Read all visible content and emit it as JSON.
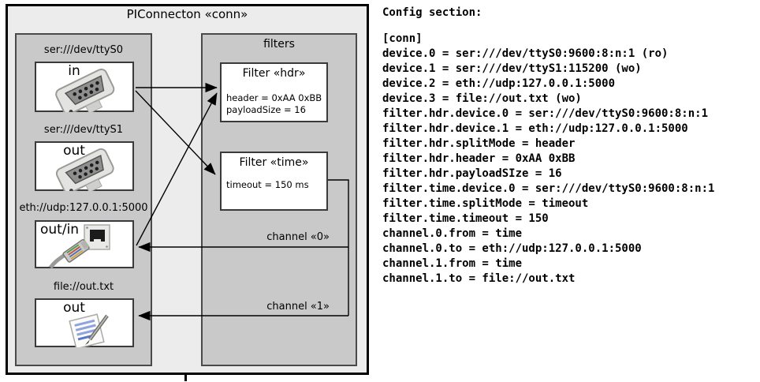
{
  "diagram": {
    "title": "PIConnecton «conn»",
    "devices": [
      {
        "label": "ser:///dev/ttyS0",
        "direction": "in",
        "icon": "serial-connector-icon"
      },
      {
        "label": "ser:///dev/ttyS1",
        "direction": "out",
        "icon": "serial-connector-icon"
      },
      {
        "label": "eth://udp:127.0.0.1:5000",
        "direction": "out/in",
        "icon": "ethernet-connector-icon"
      },
      {
        "label": "file://out.txt",
        "direction": "out",
        "icon": "notepad-icon"
      }
    ],
    "filters_group": {
      "title": "filters",
      "filters": [
        {
          "title": "Filter «hdr»",
          "attributes": [
            "header = 0xAA 0xBB",
            "payloadSize = 16"
          ]
        },
        {
          "title": "Filter «time»",
          "attributes": [
            "timeout = 150 ms"
          ]
        }
      ]
    },
    "channels": [
      {
        "label": "channel «0»"
      },
      {
        "label": "channel «1»"
      }
    ]
  },
  "config": {
    "heading": "Config section:",
    "lines": [
      "[conn]",
      "device.0 = ser:///dev/ttyS0:9600:8:n:1 (ro)",
      "device.1 = ser:///dev/ttyS1:115200 (wo)",
      "device.2 = eth://udp:127.0.0.1:5000",
      "device.3 = file://out.txt (wo)",
      "filter.hdr.device.0 = ser:///dev/ttyS0:9600:8:n:1",
      "filter.hdr.device.1 = eth://udp:127.0.0.1:5000",
      "filter.hdr.splitMode = header",
      "filter.hdr.header = 0xAA 0xBB",
      "filter.hdr.payloadSIze = 16",
      "filter.time.device.0 = ser:///dev/ttyS0:9600:8:n:1",
      "filter.time.splitMode = timeout",
      "filter.time.timeout = 150",
      "channel.0.from = time",
      "channel.0.to = eth://udp:127.0.0.1:5000",
      "channel.1.from = time",
      "channel.1.to = file://out.txt"
    ]
  },
  "colors": {
    "outer_fill": "#ececec",
    "container_fill": "#c9c9c9",
    "box_fill": "#ffffff",
    "outline": "#000000",
    "container_border": "#4a4a4a",
    "text": "#000000"
  }
}
